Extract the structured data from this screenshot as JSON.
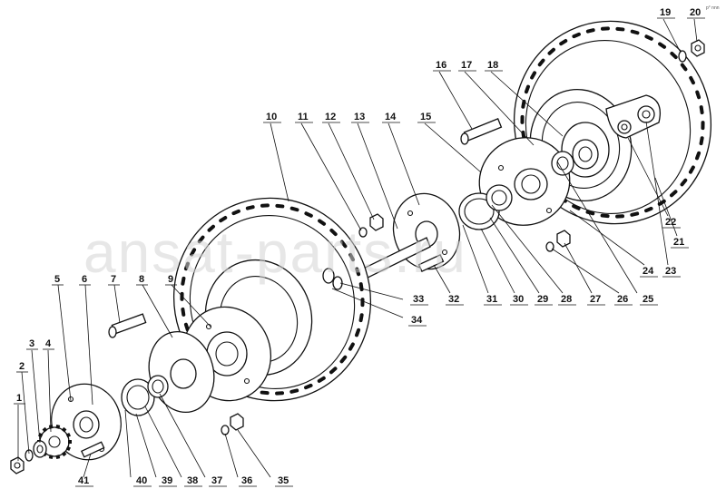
{
  "watermark": "ansat-parts.ru",
  "corner_note": "p° nnn",
  "callouts": [
    "1",
    "2",
    "3",
    "4",
    "5",
    "6",
    "7",
    "8",
    "9",
    "10",
    "11",
    "12",
    "13",
    "14",
    "15",
    "16",
    "17",
    "18",
    "19",
    "20",
    "21",
    "22",
    "23",
    "24",
    "25",
    "26",
    "27",
    "28",
    "29",
    "30",
    "31",
    "32",
    "33",
    "34",
    "35",
    "36",
    "37",
    "38",
    "39",
    "40",
    "41"
  ]
}
